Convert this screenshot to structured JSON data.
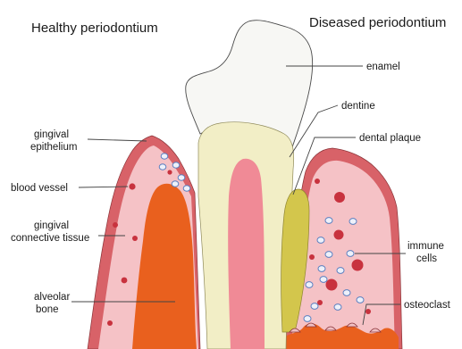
{
  "headings": {
    "left": "Healthy periodontium",
    "right": "Diseased periodontium"
  },
  "labels": {
    "enamel": "enamel",
    "dentine": "dentine",
    "dental_plaque": "dental plaque",
    "gingival_epithelium_1": "gingival",
    "gingival_epithelium_2": "epithelium",
    "blood_vessel": "blood vessel",
    "gingival_ct_1": "gingival",
    "gingival_ct_2": "connective tissue",
    "alveolar_bone_1": "alveolar",
    "alveolar_bone_2": "bone",
    "immune_cells_1": "immune",
    "immune_cells_2": "cells",
    "osteoclast": "osteoclast"
  },
  "colors": {
    "epithelium": "#d86268",
    "connective_tissue": "#f5c2c6",
    "bone": "#e9601e",
    "dentine": "#f2eec6",
    "enamel": "#f7f7f4",
    "pulp": "#f08a96",
    "plaque": "#d3c64c",
    "blood_vessel": "#c8323e",
    "immune_cell": "#5a7fc0"
  }
}
